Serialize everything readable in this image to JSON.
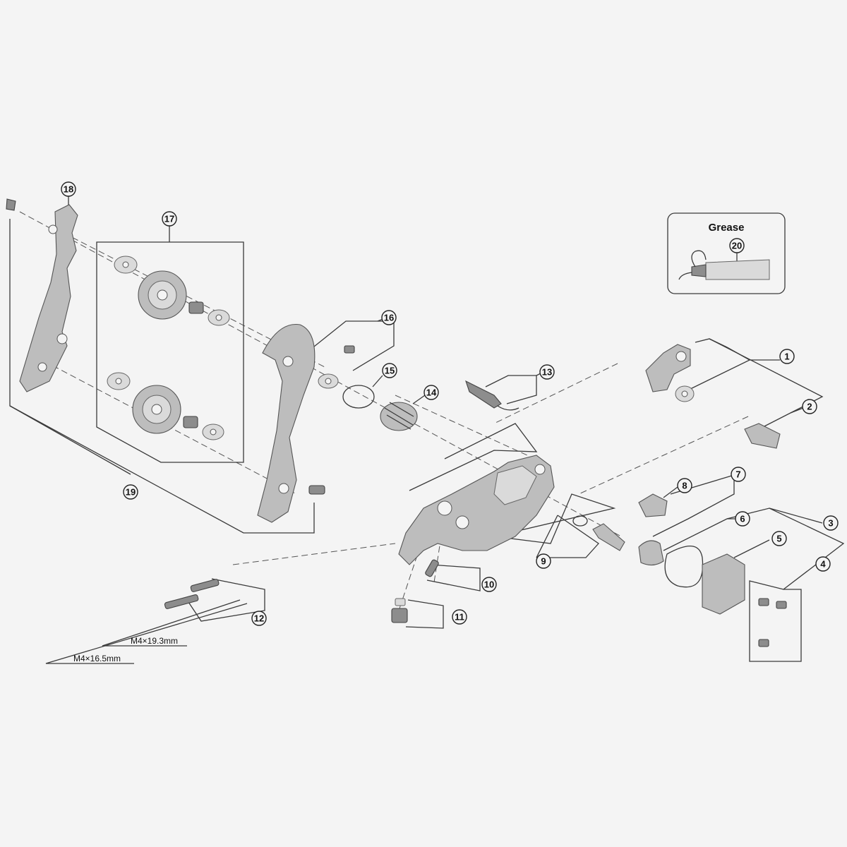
{
  "grease_box": {
    "title": "Grease",
    "callout": "20"
  },
  "dimensions": {
    "bolt_long": "M4×19.3mm",
    "bolt_short": "M4×16.5mm"
  },
  "callouts": [
    "1",
    "2",
    "3",
    "4",
    "5",
    "6",
    "7",
    "8",
    "9",
    "10",
    "11",
    "12",
    "13",
    "14",
    "15",
    "16",
    "17",
    "18",
    "19"
  ]
}
